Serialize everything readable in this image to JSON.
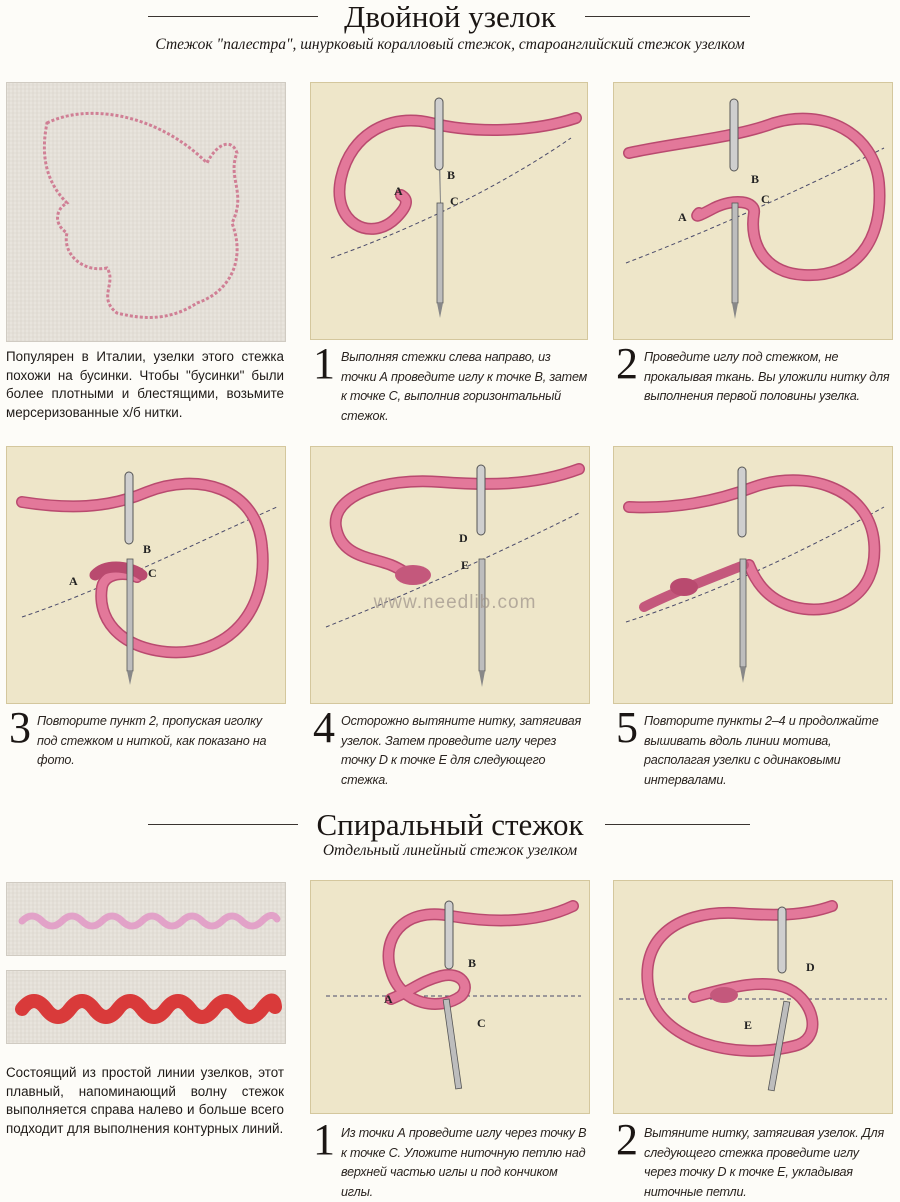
{
  "section1": {
    "title": "Двойной узелок",
    "subtitle": "Стежок \"палестра\", шнурковый коралловый стежок, староанглийский стежок узелком",
    "intro": "Популярен в Италии, узелки этого стежка похожи на бусинки. Чтобы \"бусинки\" были более плотными и блестящими, возьмите мерсеризованные х/б нитки.",
    "steps": [
      {
        "num": "1",
        "text": "Выполняя стежки слева направо, из точки А проведите иглу к точке В, затем к точке С, выполнив горизонтальный стежок."
      },
      {
        "num": "2",
        "text": "Проведите иглу под стежком, не прокалывая ткань. Вы уложили нитку для выполнения первой половины узелка."
      },
      {
        "num": "3",
        "text": "Повторите пункт 2, пропуская иголку под стежком и ниткой, как показано на фото."
      },
      {
        "num": "4",
        "text": "Осторожно вытяните нитку, затягивая узелок. Затем проведите иглу через точку D к точке E для следующего стежка."
      },
      {
        "num": "5",
        "text": "Повторите пункты 2–4 и продолжайте вышивать вдоль линии мотива, располагая узелки с одинаковыми интервалами."
      }
    ]
  },
  "section2": {
    "title": "Спиральный стежок",
    "subtitle": "Отдельный линейный стежок узелком",
    "intro": "Состоящий из простой линии узелков, этот плавный, напоминающий волну стежок выполняется справа налево и больше всего подходит для выполнения контурных линий.",
    "steps": [
      {
        "num": "1",
        "text": "Из точки А проведите иглу через точку В к точке С. Уложите ниточную петлю над верхней частью иглы и под кончиком иглы."
      },
      {
        "num": "2",
        "text": "Вытяните нитку, затягивая узелок. Для следующего стежка проведите иглу через точку D к точке E, укладывая ниточные петли."
      }
    ]
  },
  "labels": {
    "a": "A",
    "b": "B",
    "c": "C",
    "d": "D",
    "e": "E"
  },
  "watermark": "www.needlib.com",
  "colors": {
    "thread": "#e3789a",
    "thread_dark": "#b94a6f",
    "panel": "#eee6c9",
    "fabric": "#e7e3dc"
  }
}
